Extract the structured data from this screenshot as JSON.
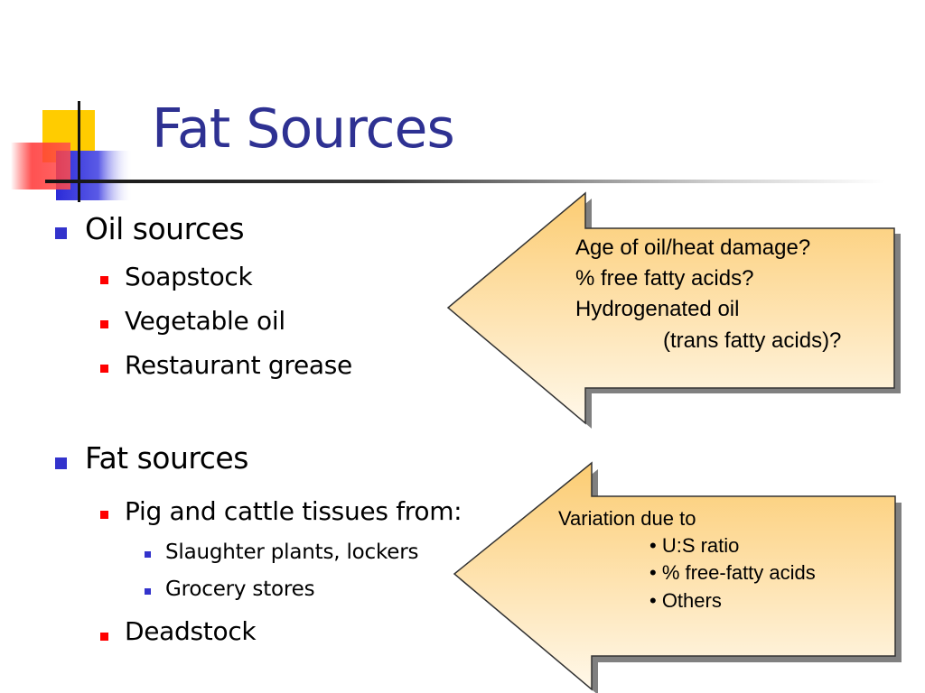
{
  "slide": {
    "title": "Fat Sources",
    "bullets": [
      {
        "text": "Oil sources",
        "children": [
          {
            "text": "Soapstock"
          },
          {
            "text": "Vegetable oil"
          },
          {
            "text": "Restaurant grease"
          }
        ]
      },
      {
        "text": "Fat sources",
        "children": [
          {
            "text": "Pig and cattle tissues from:",
            "children": [
              {
                "text": "Slaughter plants, lockers"
              },
              {
                "text": "Grocery stores"
              }
            ]
          },
          {
            "text": "Deadstock"
          }
        ]
      }
    ],
    "callouts": [
      {
        "lines": [
          "Age of oil/heat damage?",
          "% free fatty acids?",
          "Hydrogenated oil",
          "(trans fatty acids)?"
        ]
      },
      {
        "lines": [
          "Variation due to",
          "• U:S ratio",
          "• % free-fatty acids",
          "• Others"
        ]
      }
    ]
  },
  "colors": {
    "title": "#2e3192",
    "bullet_level1": "#3333cc",
    "bullet_level2": "#ff0000",
    "callout_fill_top": "#fccc72",
    "callout_fill_bottom": "#fff8ea"
  }
}
